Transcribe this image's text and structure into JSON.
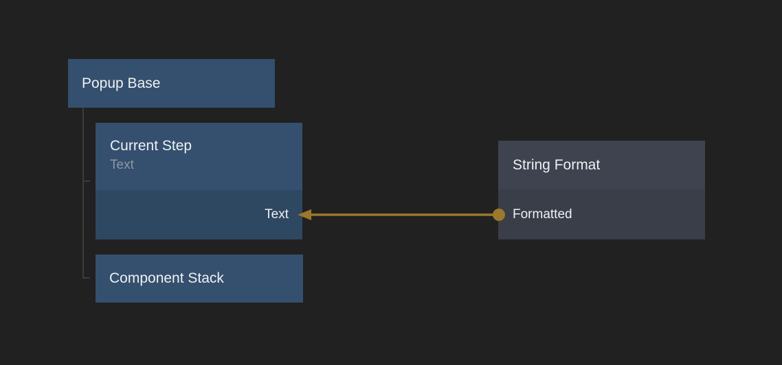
{
  "diagram": {
    "nodes": {
      "popup_base": {
        "title": "Popup Base"
      },
      "current_step": {
        "title": "Current Step",
        "subtitle": "Text",
        "input_port": "Text"
      },
      "component_stack": {
        "title": "Component Stack"
      },
      "string_format": {
        "title": "String Format",
        "output_port": "Formatted"
      }
    },
    "connection": {
      "from_port": "Formatted",
      "to_port": "Text"
    }
  },
  "colors": {
    "canvas_bg": "#212121",
    "node_blue_header": "#34506e",
    "node_blue_body": "#2e4862",
    "node_gray_header": "#3f434f",
    "node_gray_body": "#3a3e49",
    "title_text": "#eef1f4",
    "subtitle_text": "#8d97a6",
    "tree_line": "#3c3c3c",
    "connection": "#9d772b"
  }
}
